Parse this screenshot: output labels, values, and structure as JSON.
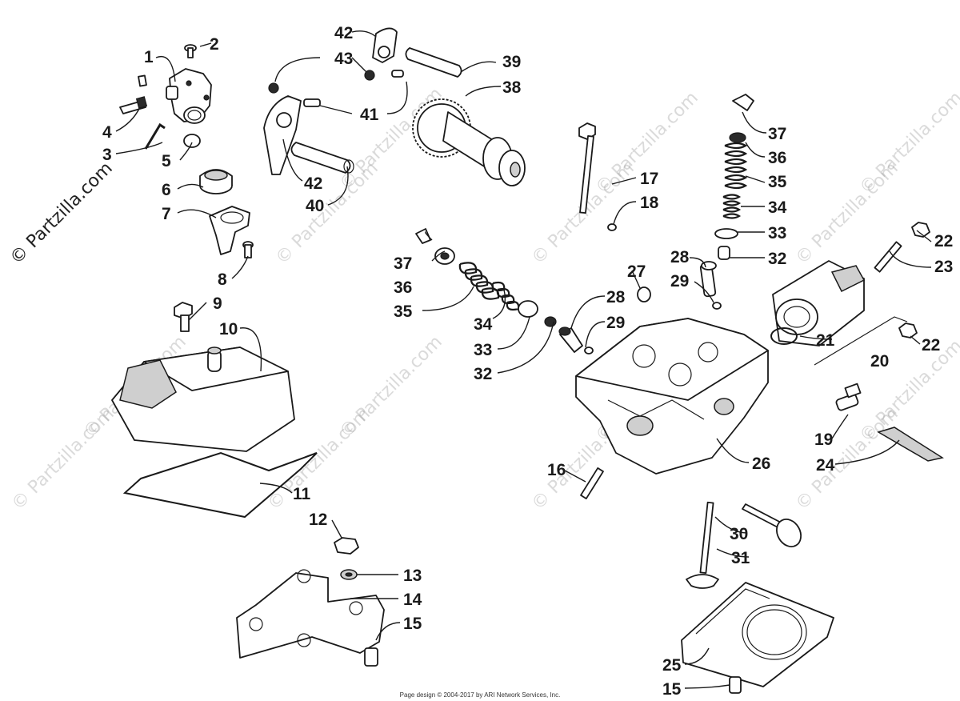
{
  "watermark": {
    "text": "© Partzilla.com"
  },
  "footer": {
    "text": "Page design © 2004-2017 by ARI Network Services, Inc."
  },
  "callouts": {
    "c1": "1",
    "c2": "2",
    "c3": "3",
    "c4": "4",
    "c5": "5",
    "c6": "6",
    "c7": "7",
    "c8": "8",
    "c9": "9",
    "c10": "10",
    "c11": "11",
    "c12": "12",
    "c13": "13",
    "c14": "14",
    "c15a": "15",
    "c15b": "15",
    "c16": "16",
    "c17": "17",
    "c18": "18",
    "c19": "19",
    "c20": "20",
    "c21": "21",
    "c22a": "22",
    "c22b": "22",
    "c23": "23",
    "c24": "24",
    "c25": "25",
    "c26": "26",
    "c27": "27",
    "c28a": "28",
    "c28b": "28",
    "c29a": "29",
    "c29b": "29",
    "c30": "30",
    "c31": "31",
    "c32a": "32",
    "c32b": "32",
    "c33a": "33",
    "c33b": "33",
    "c34a": "34",
    "c34b": "34",
    "c35a": "35",
    "c35b": "35",
    "c36a": "36",
    "c36b": "36",
    "c37a": "37",
    "c37b": "37",
    "c38": "38",
    "c39": "39",
    "c40": "40",
    "c41": "41",
    "c42a": "42",
    "c42b": "42",
    "c43": "43"
  }
}
